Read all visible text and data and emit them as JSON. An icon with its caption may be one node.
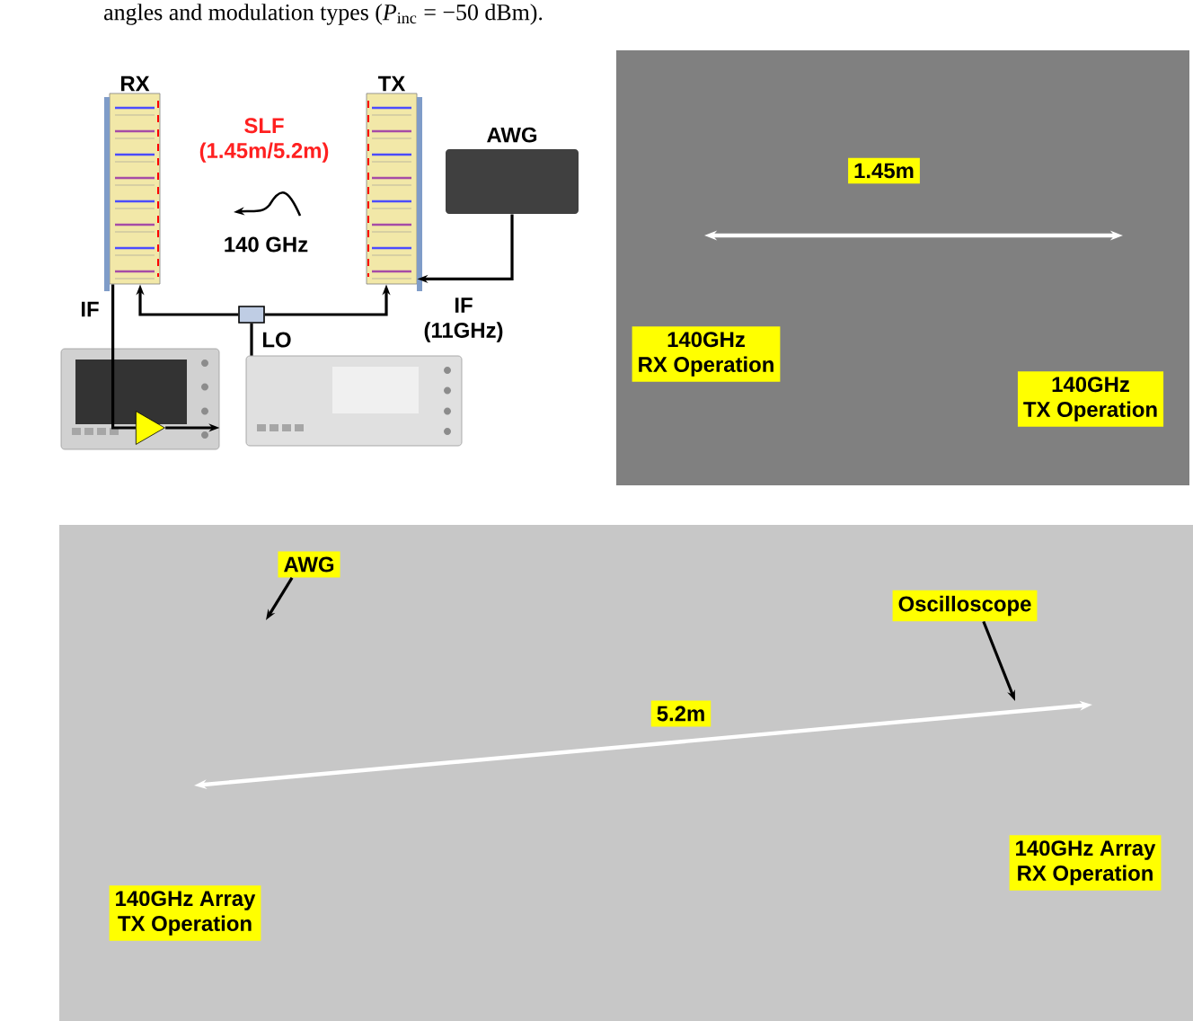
{
  "diagram": {
    "nodes": [
      {
        "text": [
          "RX"
        ]
      },
      {
        "text": [
          "TX"
        ]
      },
      {
        "text": [
          "AWG"
        ]
      },
      {
        "text": [],
        "shape": "picture"
      },
      {
        "text": [],
        "shape": "picture"
      },
      {
        "text": [],
        "shape": "box"
      },
      {
        "text": [],
        "shape": "triangle",
        "in": 3
      },
      {
        "text": [],
        "shape": "picture"
      },
      {
        "text": [],
        "shape": "picture"
      },
      {
        "text": [
          "1.45m"
        ],
        "in": 7
      },
      {
        "text": [
          "140GHz",
          "RX Operation"
        ],
        "in": 7
      },
      {
        "text": [
          "140GHz",
          "TX Operation"
        ],
        "in": 7
      },
      {
        "text": [
          "AWG"
        ],
        "in": 8
      },
      {
        "text": [
          "Oscilloscope"
        ],
        "in": 8
      },
      {
        "text": [
          "5.2m"
        ],
        "in": 8
      },
      {
        "text": [
          "140GHz Array",
          "TX Operation"
        ],
        "in": 8
      },
      {
        "text": [
          "140GHz Array",
          "RX Operation"
        ],
        "in": 8
      }
    ],
    "edges": [
      {
        "from": 2,
        "to": 1,
        "arrow": "to",
        "label": "IF (11GHz)"
      },
      {
        "from": 4,
        "to": 5,
        "arrow": "none",
        "label": "LO"
      },
      {
        "from": 5,
        "to": 0,
        "arrow": "to"
      },
      {
        "from": 5,
        "to": 1,
        "arrow": "to"
      },
      {
        "from": 0,
        "to": 6,
        "arrow": "none",
        "label": "IF"
      },
      {
        "from": 6,
        "to": 3,
        "arrow": "to"
      },
      {
        "from": 12,
        "to": null,
        "arrow": "to"
      },
      {
        "from": 13,
        "to": null,
        "arrow": "to"
      }
    ],
    "labels": [
      "angles and modulation types (*P*$_{inc}$ = −50 dBm).",
      "SLF (1.45m/5.2m)",
      "140 GHz"
    ]
  }
}
